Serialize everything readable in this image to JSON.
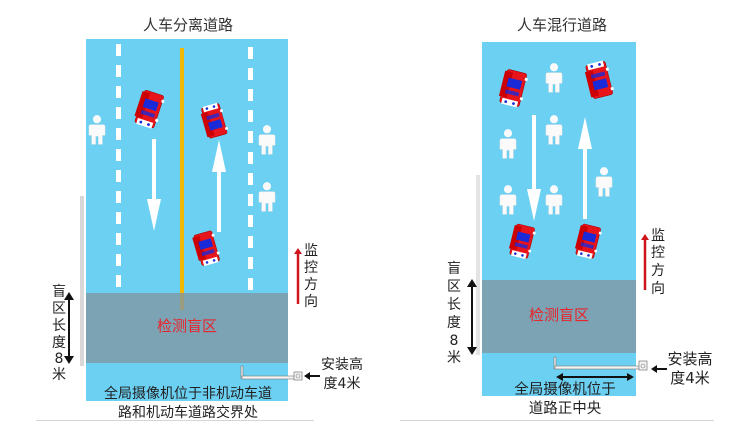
{
  "panels": [
    {
      "id": "separated",
      "title": "人车分离道路",
      "blind_zone_label": "检测盲区",
      "blind_length_label": [
        "盲",
        "区",
        "长",
        "度",
        "8",
        "米"
      ],
      "monitor_direction_label": [
        "监",
        "控",
        "方",
        "向"
      ],
      "install_height_label": [
        "安装高",
        "度4米"
      ],
      "camera_position_caption": [
        "全局摄像机位于非机动车道",
        "路和机动车道路交界处"
      ]
    },
    {
      "id": "mixed",
      "title": "人车混行道路",
      "blind_zone_label": "检测盲区",
      "blind_length_label": [
        "盲",
        "区",
        "长",
        "度",
        "8",
        "米"
      ],
      "monitor_direction_label": [
        "监",
        "控",
        "方",
        "向"
      ],
      "install_height_label": [
        "安装高",
        "度4米"
      ],
      "camera_position_caption": [
        "全局摄像机位于",
        "道路正中央"
      ]
    }
  ],
  "colors": {
    "road": "#6cd0f3",
    "blind_zone": "#8096a0",
    "center_line": "#f2b705",
    "car_body": "#e8141c",
    "car_window": "#1a2ad8",
    "monitor_arrow": "#d0141c",
    "blind_label": "#e8242c"
  },
  "icons": {
    "car": "car-top-view-icon",
    "pedestrian": "pedestrian-icon",
    "camera": "camera-pole-icon"
  }
}
